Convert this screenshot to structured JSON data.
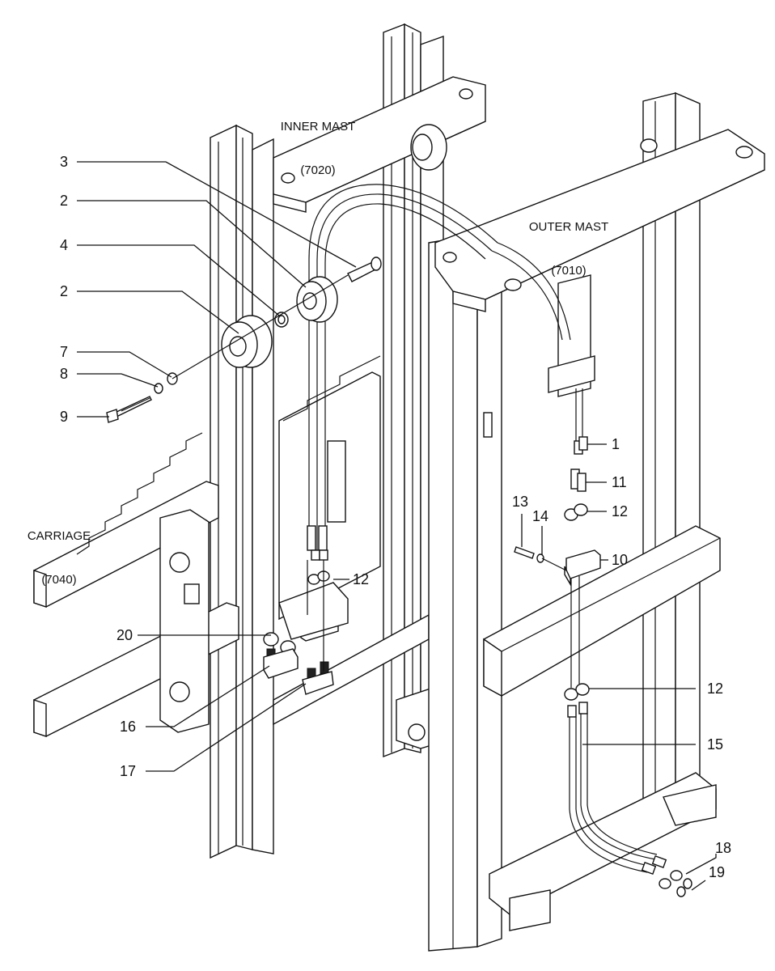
{
  "labels": {
    "inner_mast": "INNER MAST",
    "inner_mast_code": "(7020)",
    "outer_mast": "OUTER MAST",
    "outer_mast_code": "(7010)",
    "carriage": "CARRIAGE",
    "carriage_code": "(7040)"
  },
  "callouts": {
    "c1": "1",
    "c2a": "2",
    "c2b": "2",
    "c3": "3",
    "c4": "4",
    "c7": "7",
    "c8": "8",
    "c9": "9",
    "c10": "10",
    "c11": "11",
    "c12a": "12",
    "c12b": "12",
    "c12c": "12",
    "c13": "13",
    "c14": "14",
    "c15": "15",
    "c16": "16",
    "c17": "17",
    "c18": "18",
    "c19": "19",
    "c20": "20"
  }
}
